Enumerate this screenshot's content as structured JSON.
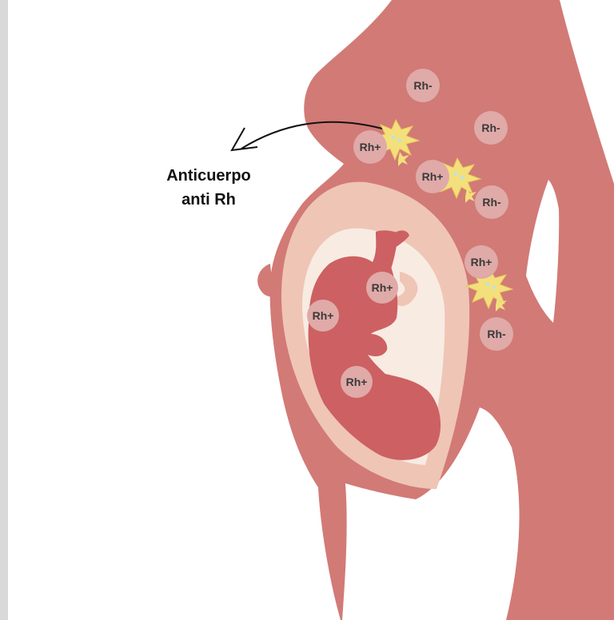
{
  "annotation": {
    "line1": "Anticuerpo",
    "line2": "anti Rh"
  },
  "cells": {
    "mother_neg_1": "Rh-",
    "mother_neg_2": "Rh-",
    "mother_neg_3": "Rh-",
    "mother_neg_4": "Rh-",
    "mother_pos_1": "Rh+",
    "mother_pos_2": "Rh+",
    "mother_pos_3": "Rh+",
    "fetus_pos_1": "Rh+",
    "fetus_pos_2": "Rh+",
    "fetus_pos_3": "Rh+"
  },
  "colors": {
    "body": "#d27a76",
    "uterus_outer": "#efc5b6",
    "amniotic": "#f8ebe2",
    "fetus": "#cd6062",
    "cell": "#dfaaa8",
    "burst": "#f3e07d",
    "frame_left": "#d9d9d9"
  }
}
